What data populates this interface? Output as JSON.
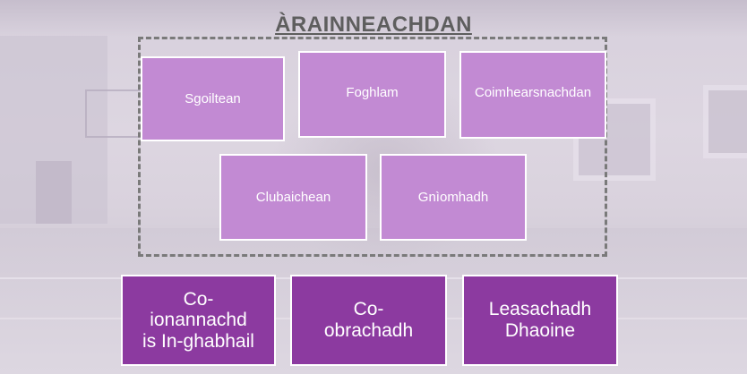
{
  "title": "ÀRAINNEACHDAN",
  "environments": [
    {
      "label": "Sgoiltean"
    },
    {
      "label": "Foghlam"
    },
    {
      "label": "Coimhearsnachdan"
    },
    {
      "label": "Clubaichean"
    },
    {
      "label": "Gnìomhadh"
    }
  ],
  "themes": [
    {
      "label": "Co-\nionannachd\nis In-ghabhail"
    },
    {
      "label": "Co-\nobrachadh"
    },
    {
      "label": "Leasachadh\nDhaoine"
    }
  ],
  "colors": {
    "light_tile": "#c28ad3",
    "dark_tile": "#8c3aa0",
    "title_text": "#5e5e5e"
  }
}
